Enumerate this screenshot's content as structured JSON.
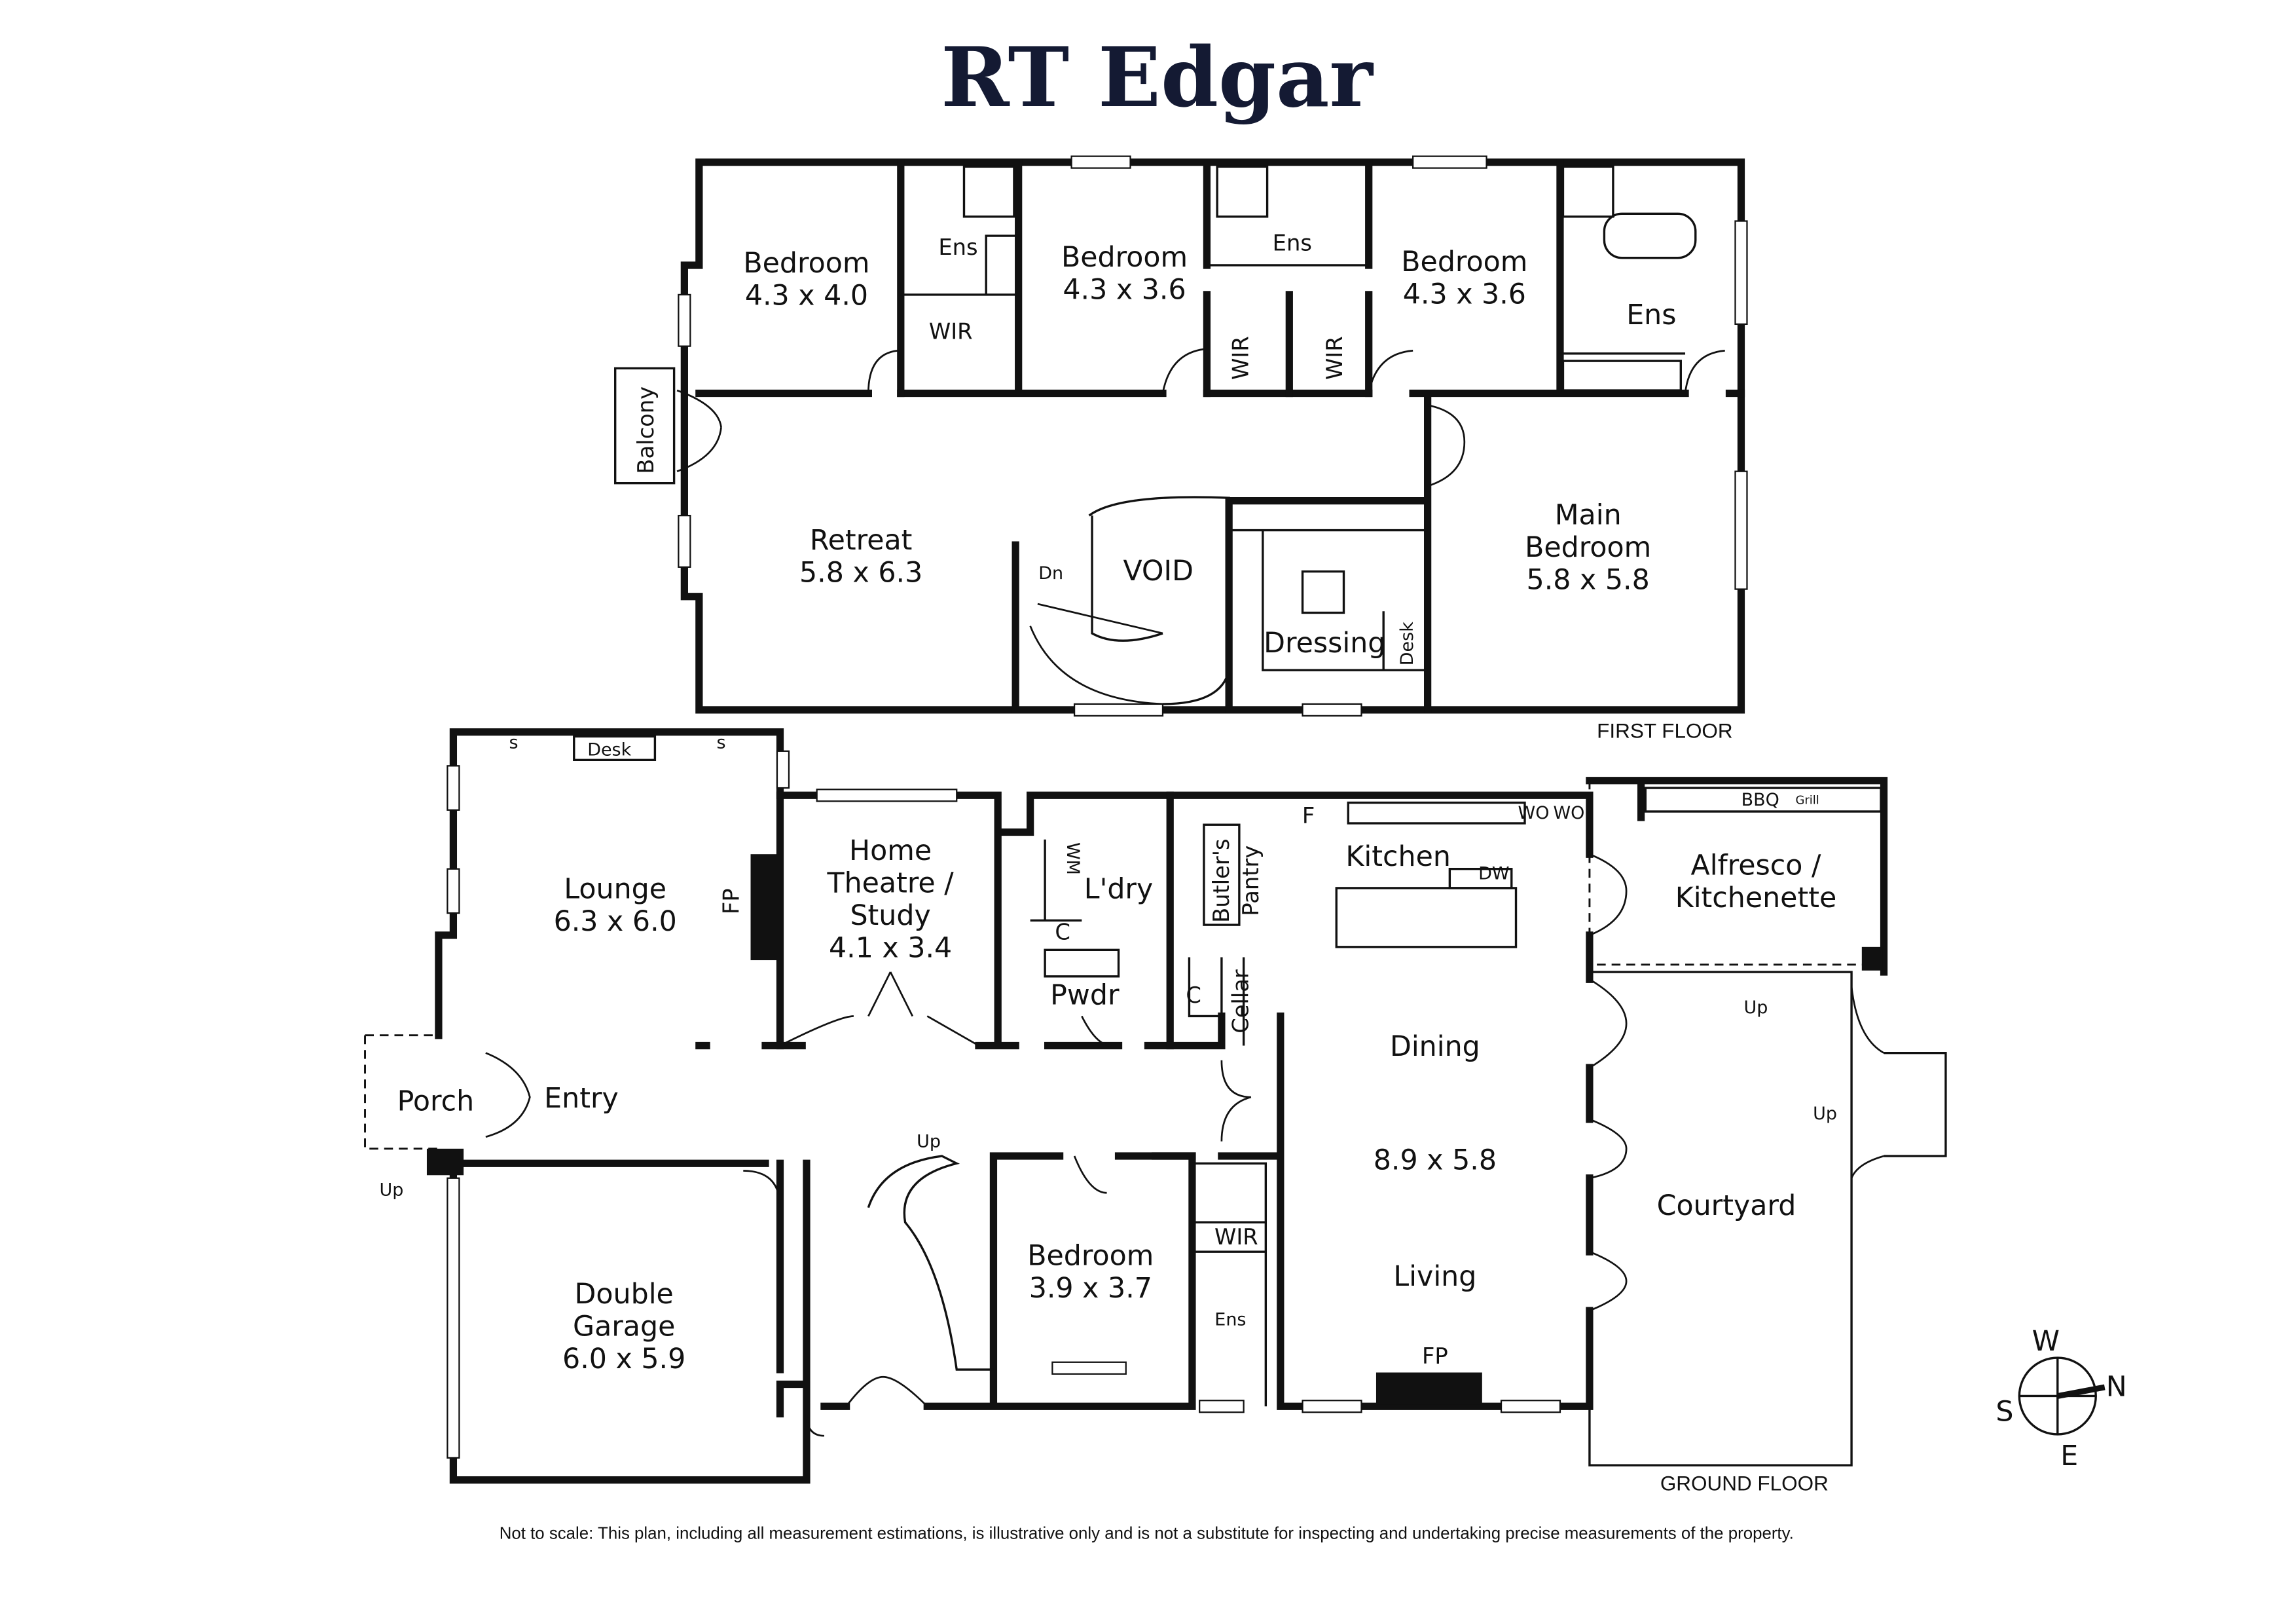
{
  "brand": "RT Edgar",
  "first_floor": {
    "caption": "FIRST FLOOR",
    "rooms": {
      "bedroom1": {
        "name": "Bedroom",
        "size": "4.3 x 4.0"
      },
      "ens1": "Ens",
      "wir1": "WIR",
      "bedroom2": {
        "name": "Bedroom",
        "size": "4.3 x 3.6"
      },
      "ens2": "Ens",
      "wir2a": "WIR",
      "wir2b": "WIR",
      "bedroom3": {
        "name": "Bedroom",
        "size": "4.3 x 3.6"
      },
      "ens3": "Ens",
      "balcony": "Balcony",
      "retreat": {
        "name": "Retreat",
        "size": "5.8 x 6.3"
      },
      "dn": "Dn",
      "void": "VOID",
      "dressing": "Dressing",
      "desk": "Desk",
      "main_bedroom": {
        "line1": "Main",
        "line2": "Bedroom",
        "size": "5.8 x 5.8"
      }
    }
  },
  "ground_floor": {
    "caption": "GROUND FLOOR",
    "rooms": {
      "desk": "Desk",
      "s1": "s",
      "s2": "s",
      "lounge": {
        "name": "Lounge",
        "size": "6.3 x 6.0"
      },
      "fp1": "FP",
      "home_theatre": {
        "line1": "Home",
        "line2": "Theatre /",
        "line3": "Study",
        "size": "4.1 x 3.4"
      },
      "wm": "WM",
      "c1": "C",
      "laundry": "L'dry",
      "pwdr": "Pwdr",
      "c2": "C",
      "butlers_pantry": {
        "line1": "Butler's",
        "line2": "Pantry"
      },
      "cellar": "Cellar",
      "f": "F",
      "kitchen": "Kitchen",
      "dw": "DW",
      "wo1": "WO",
      "wo2": "WO",
      "bbq": "BBQ",
      "grill": "Grill",
      "alfresco": {
        "line1": "Alfresco /",
        "line2": "Kitchenette"
      },
      "up_alfresco": "Up",
      "dining": "Dining",
      "dining_size": "8.9 x 5.8",
      "living": "Living",
      "fp2": "FP",
      "courtyard": "Courtyard",
      "up_courtyard": "Up",
      "porch": "Porch",
      "up_porch": "Up",
      "entry": "Entry",
      "up_stair": "Up",
      "bedroom": {
        "name": "Bedroom",
        "size": "3.9 x 3.7"
      },
      "wir": "WIR",
      "ens": "Ens",
      "garage": {
        "line1": "Double",
        "line2": "Garage",
        "size": "6.0 x 5.9"
      }
    }
  },
  "compass": {
    "w": "W",
    "n": "N",
    "s": "S",
    "e": "E"
  },
  "disclaimer": "Not to scale: This plan, including all measurement estimations, is illustrative only and is not a substitute for inspecting and undertaking precise measurements of the property."
}
